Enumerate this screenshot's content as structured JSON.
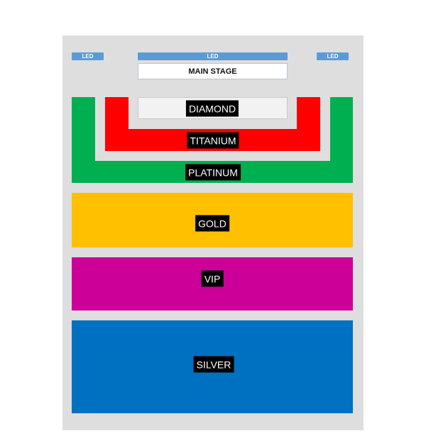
{
  "stage": {
    "led_left": "LED",
    "led_center": "LED",
    "led_right": "LED",
    "main_stage": "MAIN STAGE"
  },
  "sections": {
    "diamond": {
      "label": "DIAMOND",
      "color": "#f2f2f2"
    },
    "titanium": {
      "label": "TITANIUM",
      "color": "#ff0000"
    },
    "platinum": {
      "label": "PLATINUM",
      "color": "#00b050"
    },
    "gold": {
      "label": "GOLD",
      "color": "#ffc000"
    },
    "vip": {
      "label": "VIP",
      "color": "#cc0099"
    },
    "silver": {
      "label": "SILVER",
      "color": "#0070c0"
    }
  }
}
